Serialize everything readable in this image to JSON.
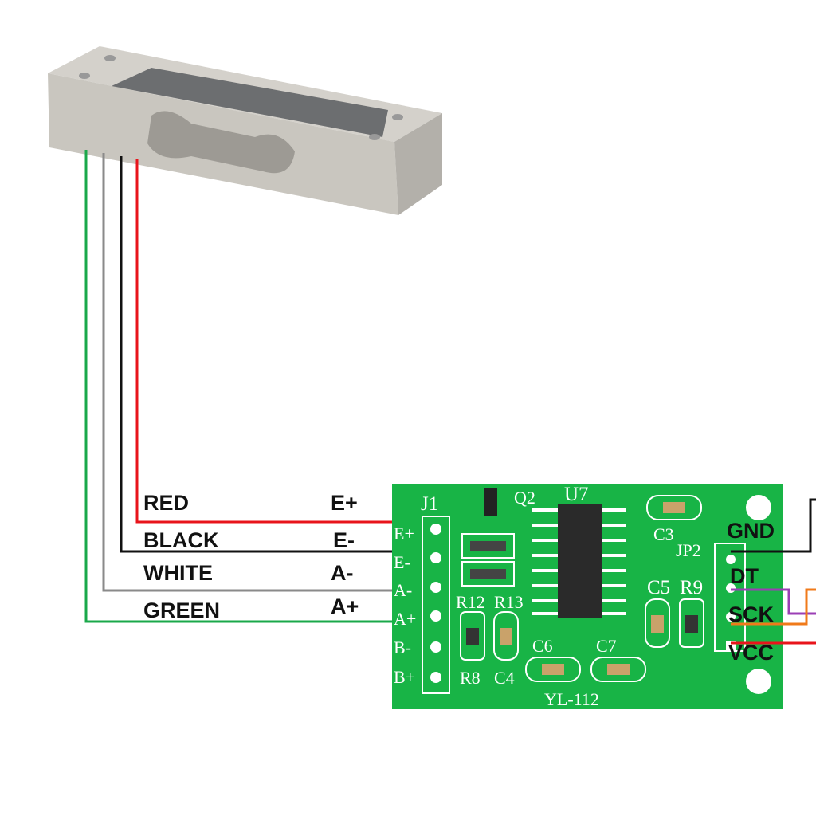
{
  "load_cell": {
    "name": "load-cell"
  },
  "wire_colors": {
    "red": "#e8141b",
    "black": "#111111",
    "white": "#8a8a8a",
    "green": "#1aa84a",
    "purple": "#9b3fb5",
    "orange": "#f07a1a",
    "board": "#18b446"
  },
  "wire_labels": [
    {
      "color_label": "RED",
      "pin_label": "E+"
    },
    {
      "color_label": "BLACK",
      "pin_label": "E-"
    },
    {
      "color_label": "WHITE",
      "pin_label": "A-"
    },
    {
      "color_label": "GREEN",
      "pin_label": "A+"
    }
  ],
  "board": {
    "model": "YL-112",
    "j1_label": "J1",
    "j1_pins": [
      "E+",
      "E-",
      "A-",
      "A+",
      "B-",
      "B+"
    ],
    "jp2_label": "JP2",
    "chip_label": "U7",
    "transistor_label": "Q2",
    "components": [
      "C3",
      "C5",
      "R9",
      "R12",
      "R13",
      "R8",
      "C4",
      "C6",
      "C7"
    ]
  },
  "output_labels": [
    "GND",
    "DT",
    "SCK",
    "VCC"
  ]
}
